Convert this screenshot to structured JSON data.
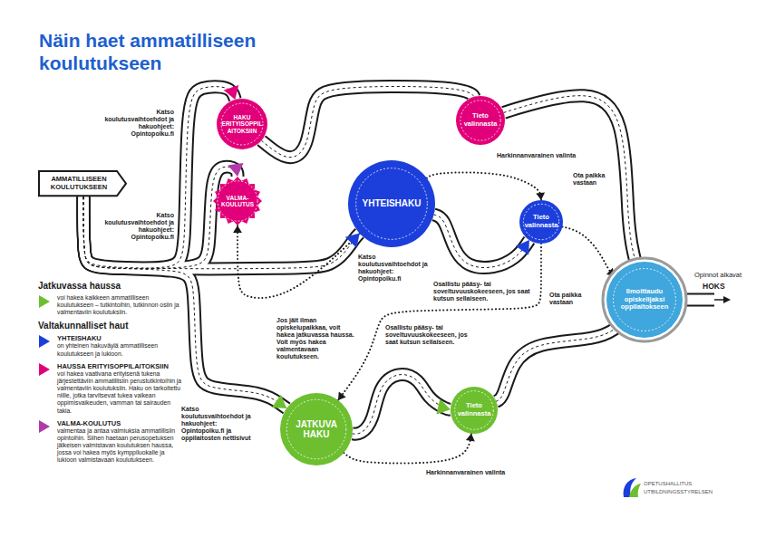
{
  "diagram": {
    "title": "Näin haet ammatilliseen koulutukseen",
    "nodes": [
      {
        "text": [
          "AMMATILLISEEN KOULUTUKSEEN"
        ]
      },
      {
        "text": [
          "HAKU ERITYISOPPILAITOKSIIN"
        ]
      },
      {
        "text": [
          "VALMA-KOULUTUS"
        ]
      },
      {
        "text": [
          "YHTEISHAKU"
        ]
      },
      {
        "text": [
          "Tieto valinnasta"
        ]
      },
      {
        "text": [
          "Tieto valinnasta"
        ]
      },
      {
        "text": [
          "JATKUVA HAKU"
        ]
      },
      {
        "text": [
          "Tieto valinnasta"
        ]
      },
      {
        "text": [
          "Ilmoittaudu opiskelijaksi oppilaitokseen"
        ]
      }
    ],
    "edges": [
      {
        "from": 0,
        "to": 3,
        "arrow": "to"
      },
      {
        "from": 0,
        "to": 1,
        "arrow": "to"
      },
      {
        "from": 0,
        "to": 2,
        "arrow": "to"
      },
      {
        "from": 0,
        "to": 6,
        "arrow": "to"
      },
      {
        "from": 1,
        "to": 4,
        "arrow": "none"
      },
      {
        "from": 3,
        "to": 5,
        "arrow": "to"
      },
      {
        "from": 3,
        "to": 5,
        "label": "Harkinnanvarainen valinta",
        "arrow": "to"
      },
      {
        "from": 4,
        "to": 8,
        "label": "Ota paikka vastaan",
        "arrow": "none"
      },
      {
        "from": 5,
        "to": 8,
        "label": "Ota paikka vastaan",
        "arrow": "to"
      },
      {
        "from": 5,
        "to": 6,
        "arrow": "to"
      },
      {
        "from": 3,
        "to": 2,
        "arrow": "to"
      },
      {
        "from": 6,
        "to": 7,
        "arrow": "to"
      },
      {
        "from": 6,
        "to": 7,
        "label": "Harkinnanvarainen valinta",
        "arrow": "to"
      },
      {
        "from": 7,
        "to": 8,
        "arrow": "none"
      }
    ],
    "labels": [
      "Katso koulutusvaihtoehdot ja hakuohjeet: Opintopolku.fi",
      "Katso koulutusvaihtoehdot ja hakuohjeet: Opintopolku.fi",
      "Katso koulutusvaihtoehdot ja hakuohjeet: Opintopolku.fi",
      "Katso koulutusvaihtoehdot ja hakuohjeet: Opintopolku.fi ja oppilaitosten nettisivut",
      "Osallistu pääsy- tai soveltuvuuskokeeseen, jos saat kutsun sellaiseen.",
      "Jos jäit ilman opiskelupaikkaa, voit hakea jatkuvassa haussa. Voit myös hakea valmentavaan koulutukseen.",
      "Osallistu pääsy- tai soveltuvuuskokeeseen, jos saat kutsun sellaiseen.",
      "Opinnot alkavat",
      "HOKS",
      "Jatkuvassa haussa",
      "Valtakunnalliset haut",
      "on yhteinen hakuväylä ammatilliseen koulutukseen ja lukioon.",
      "voi hakea vaativana erityisenä tukena järjestettäviin ammatillisiin perustutkintoihin ja valmentaviin koulutuksiin. Haku on tarkoitettu niille, jotka tarvitsevat tukea vaikean oppimisvaikeuden, vamman tai sairauden takia.",
      "valmentaa ja antaa valmiuksia ammatillisiin opintoihin. Siihen haetaan perusopetuksen jälkeisen valmistavan koulutuksen haussa, jossa voi hakea myös kymppiluokalle ja lukioon valmistavaan koulutukseen.",
      "OPETUSHALLITUS",
      "UTBILDNINGSSTYRELSEN"
    ],
    "legend": [
      {
        "text": "voi hakea kaikkeen ammatilliseen koulutukseen – tutkintoihin, tutkinnon osiin ja valmentaviin koulutuksiin.",
        "color": "#6dbf2f"
      },
      {
        "text": "YHTEISHAKU",
        "color": "#1c3fdc"
      },
      {
        "text": "HAUSSA ERITYISOPPILAITOKSIIN",
        "color": "#e2007a"
      },
      {
        "text": "VALMA-KOULUTUS",
        "color": "#b23aa8"
      }
    ]
  }
}
